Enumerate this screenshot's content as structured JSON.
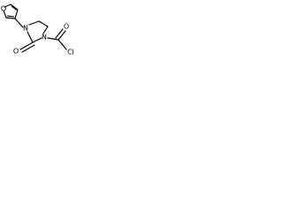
{
  "molecule": {
    "atoms": {
      "furan_oxygen": "O",
      "ring_nitrogen_left": "N",
      "ring_nitrogen_right": "N",
      "carbonyl_oxygen_ring": "O",
      "carbonyl_oxygen_acyl": "O",
      "chlorine": "Cl"
    }
  }
}
